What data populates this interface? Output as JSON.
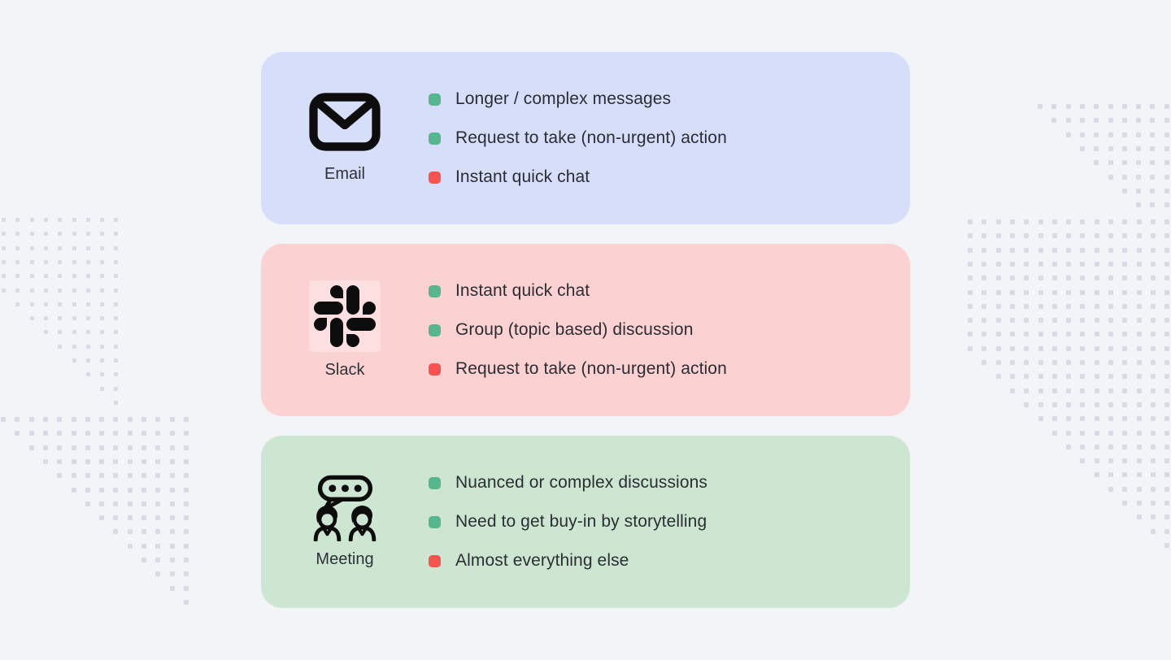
{
  "cards": [
    {
      "id": "email",
      "label": "Email",
      "bg": "#d6defa",
      "icon": "email-envelope-icon",
      "items": [
        {
          "marker": "green",
          "text": "Longer / complex messages"
        },
        {
          "marker": "green",
          "text": "Request to take (non-urgent) action"
        },
        {
          "marker": "red",
          "text": "Instant quick chat"
        }
      ]
    },
    {
      "id": "slack",
      "label": "Slack",
      "bg": "#fcd1d1",
      "icon": "slack-logo-icon",
      "items": [
        {
          "marker": "green",
          "text": "Instant quick chat"
        },
        {
          "marker": "green",
          "text": "Group (topic based) discussion"
        },
        {
          "marker": "red",
          "text": "Request to take (non-urgent) action"
        }
      ]
    },
    {
      "id": "meeting",
      "label": "Meeting",
      "bg": "#cde6d1",
      "icon": "meeting-people-icon",
      "items": [
        {
          "marker": "green",
          "text": "Nuanced or complex discussions"
        },
        {
          "marker": "green",
          "text": "Need to get buy-in by storytelling"
        },
        {
          "marker": "red",
          "text": "Almost everything else"
        }
      ]
    }
  ],
  "colors": {
    "page_bg": "#f2f4f8",
    "text": "#2a2e34",
    "label_text": "#2e3238",
    "marker_green": "#56b78e",
    "marker_red": "#f8534f",
    "icon_black": "#0d0d0d",
    "dot_pattern": "#d8dbe5",
    "slack_tile_bg": "rgba(255,255,255,0.30)"
  }
}
